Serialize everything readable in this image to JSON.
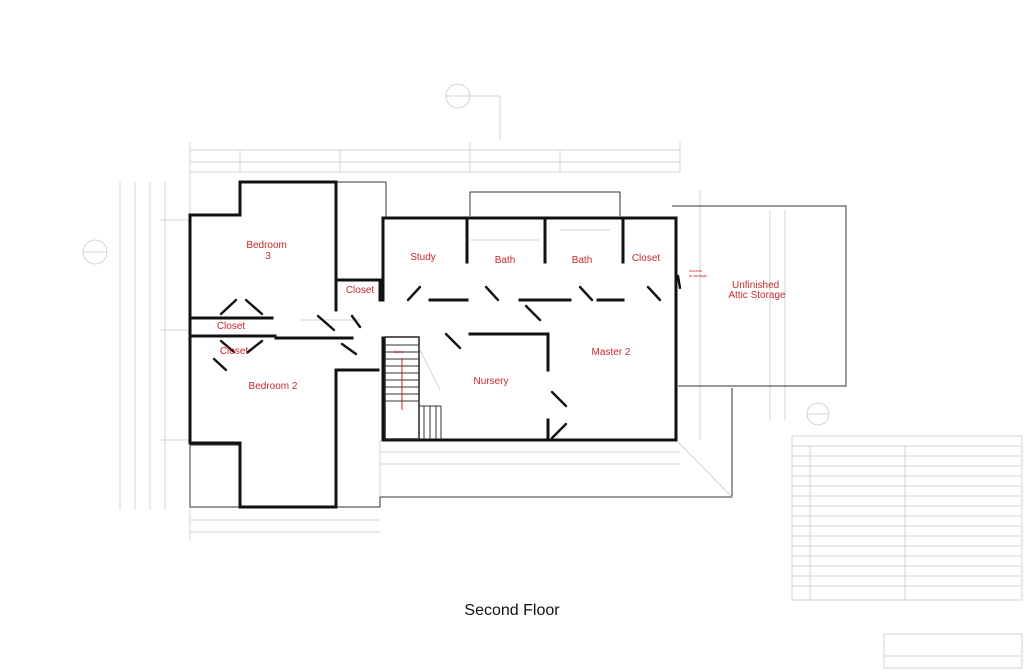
{
  "caption": "Second Floor",
  "rooms": {
    "bedroom3": [
      "Bedroom",
      "3"
    ],
    "study": "Study",
    "bath1": "Bath",
    "bath2": "Bath",
    "closet_top": "Closet",
    "closet_hall": "Closet",
    "closet_left1": "Closet",
    "closet_left2": "Closet",
    "bedroom2": "Bedroom 2",
    "nursery": "Nursery",
    "master": "Master 2",
    "attic": [
      "Unfinished",
      "Attic Storage"
    ],
    "stair_note": "Down",
    "attic_door_note": [
      "Access",
      "to storage"
    ]
  },
  "colors": {
    "label": "#c8282c",
    "wall": "#111111",
    "dimension": "#c9c9c9"
  }
}
